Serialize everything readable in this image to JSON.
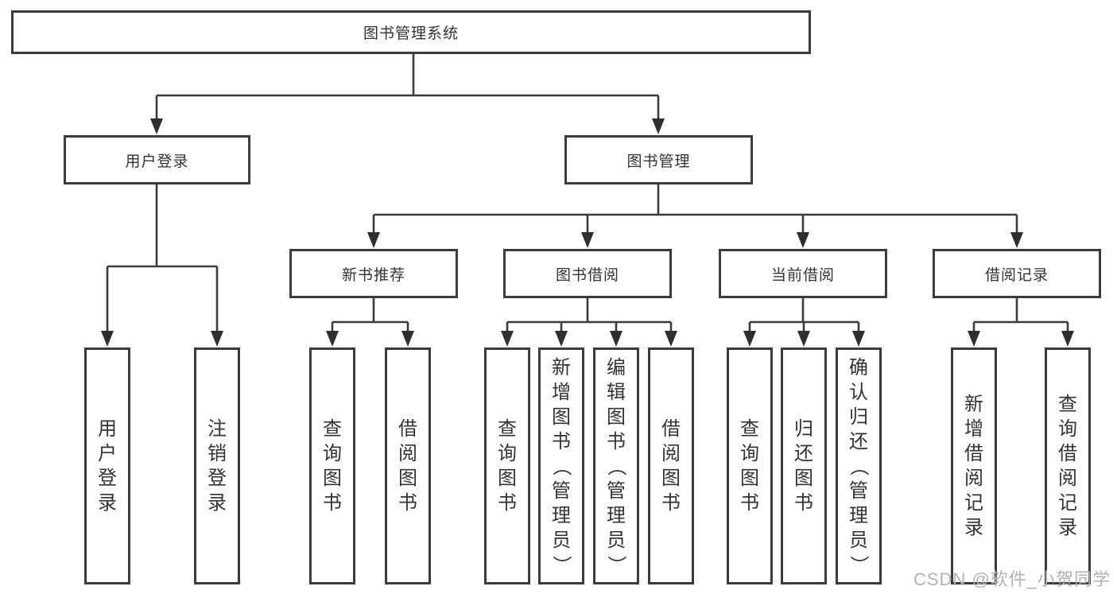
{
  "colors": {
    "line": "#3c3c3c",
    "box_border": "#3c3c3c",
    "box_fill": "#ffffff",
    "text": "#333333",
    "watermark": "#b2b2b2"
  },
  "tree": {
    "root": {
      "label": "图书管理系统",
      "children": [
        {
          "label": "用户登录",
          "children": [
            {
              "label": "用户登录"
            },
            {
              "label": "注销登录"
            }
          ]
        },
        {
          "label": "图书管理",
          "children": [
            {
              "label": "新书推荐",
              "children": [
                {
                  "label": "查询图书"
                },
                {
                  "label": "借阅图书"
                }
              ]
            },
            {
              "label": "图书借阅",
              "children": [
                {
                  "label": "查询图书"
                },
                {
                  "label": "新增图书（管理员）"
                },
                {
                  "label": "编辑图书（管理员）"
                },
                {
                  "label": "借阅图书"
                }
              ]
            },
            {
              "label": "当前借阅",
              "children": [
                {
                  "label": "查询图书"
                },
                {
                  "label": "归还图书"
                },
                {
                  "label": "确认归还（管理员）"
                }
              ]
            },
            {
              "label": "借阅记录",
              "children": [
                {
                  "label": "新增借阅记录"
                },
                {
                  "label": "查询借阅记录"
                }
              ]
            }
          ]
        }
      ]
    }
  },
  "watermark": {
    "text": "CSDN @软件_小贺同学"
  }
}
